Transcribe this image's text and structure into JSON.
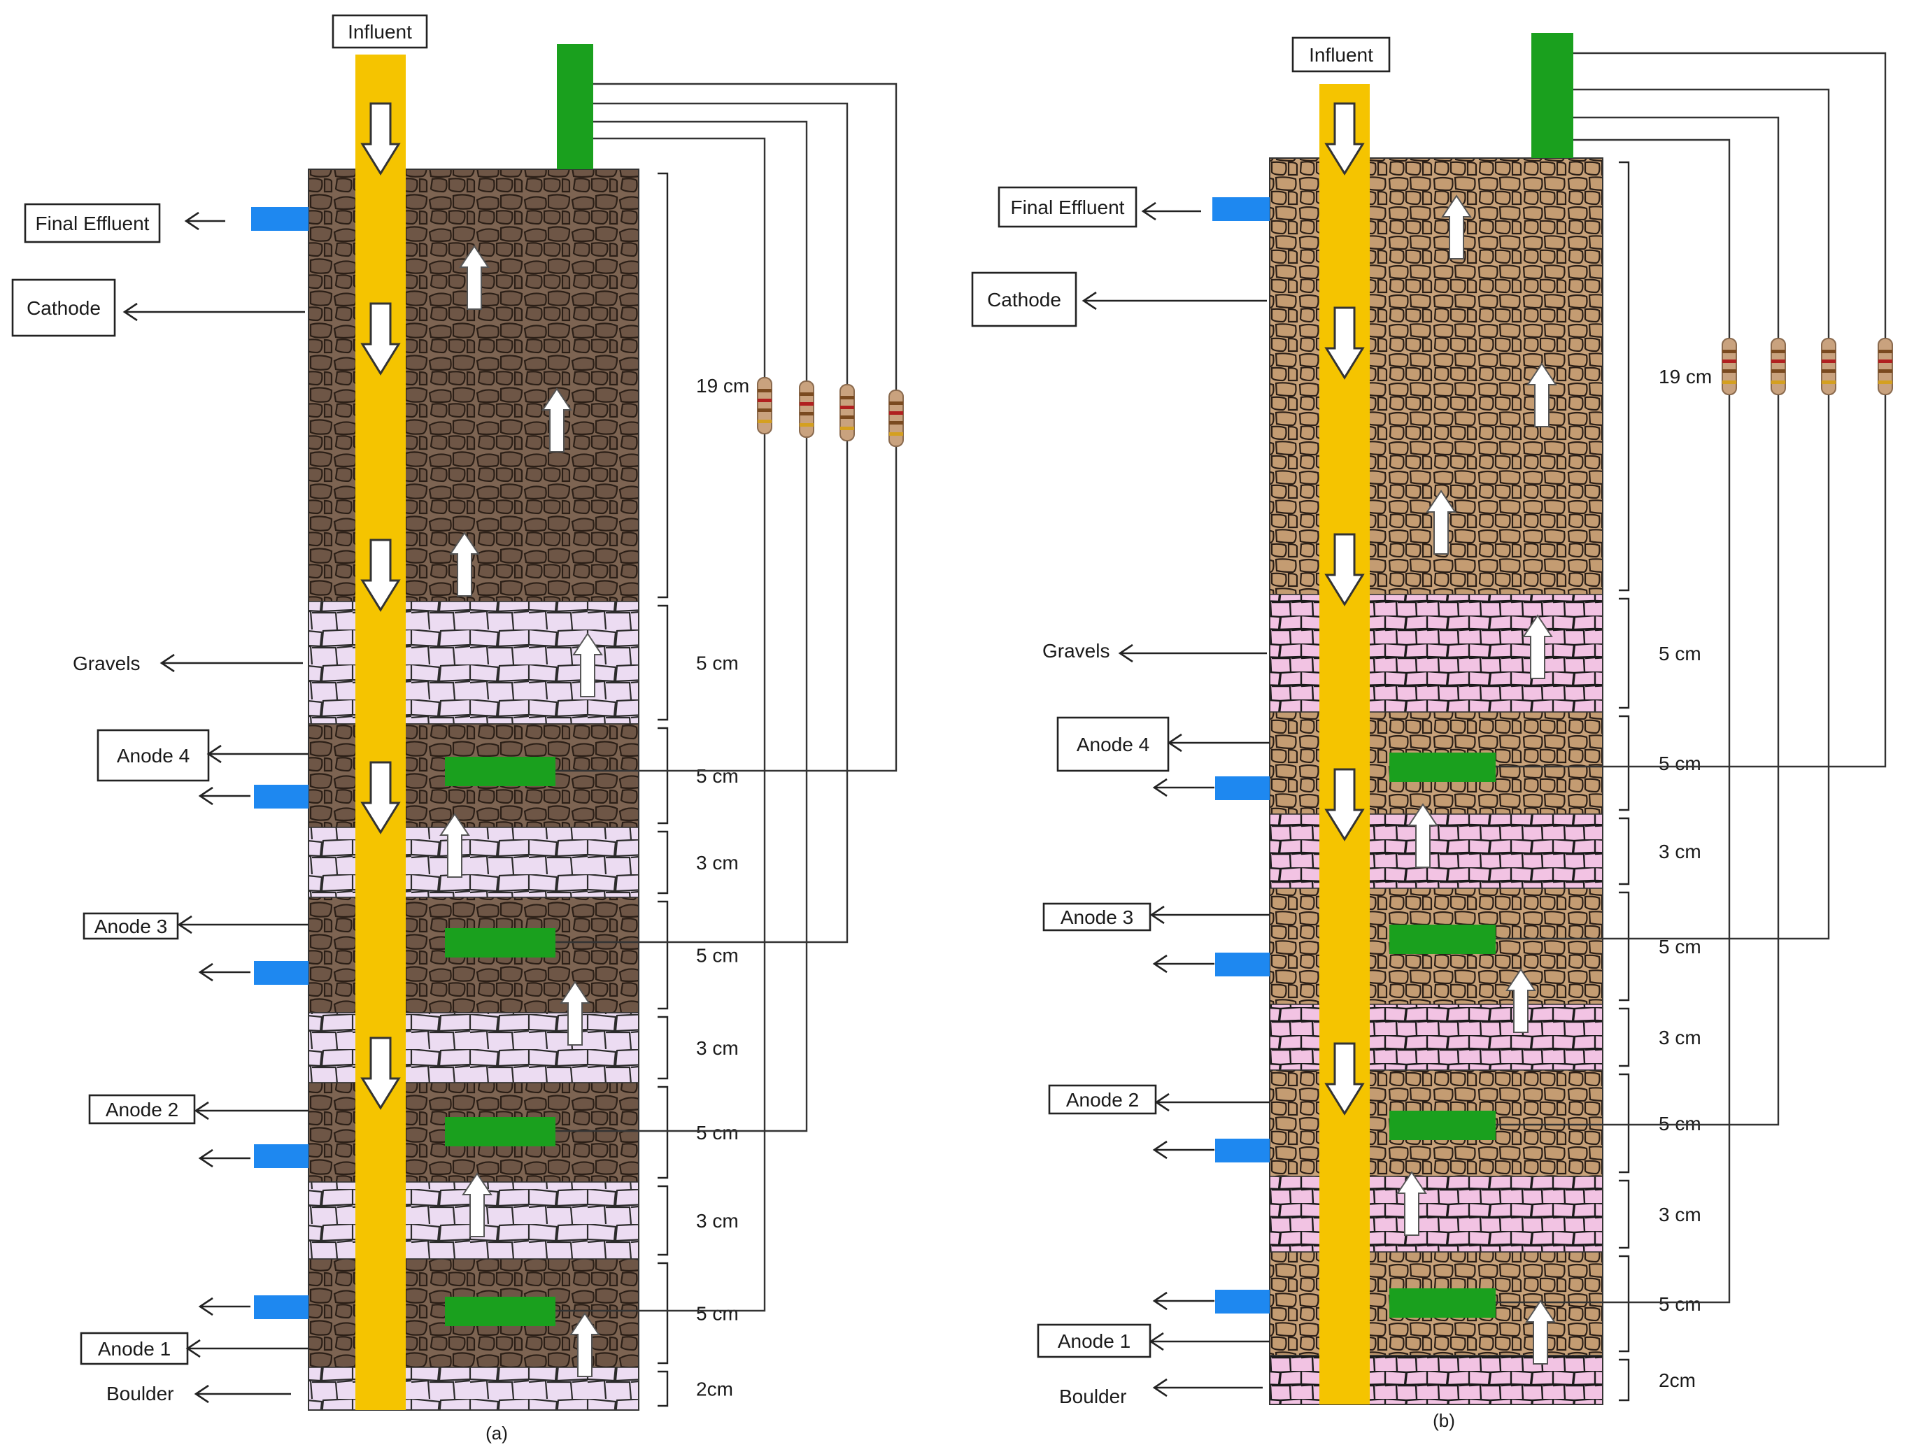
{
  "panels": [
    {
      "caption": "(a)",
      "influent": "Influent",
      "left_labels": {
        "final_effluent": "Final Effluent",
        "cathode": "Cathode",
        "gravels": "Gravels",
        "anode4": "Anode 4",
        "anode3": "Anode 3",
        "anode2": "Anode 2",
        "anode1": "Anode 1",
        "boulder": "Boulder"
      },
      "layers": [
        {
          "material": "cathode-soil",
          "thickness": "19 cm"
        },
        {
          "material": "gravel",
          "thickness": "5 cm"
        },
        {
          "material": "soil",
          "thickness": "5 cm"
        },
        {
          "material": "gravel",
          "thickness": "3 cm"
        },
        {
          "material": "soil",
          "thickness": "5 cm"
        },
        {
          "material": "gravel",
          "thickness": "3 cm"
        },
        {
          "material": "soil",
          "thickness": "5 cm"
        },
        {
          "material": "gravel",
          "thickness": "3 cm"
        },
        {
          "material": "soil",
          "thickness": "5 cm"
        },
        {
          "material": "boulder",
          "thickness": "2cm"
        }
      ]
    },
    {
      "caption": "(b)",
      "influent": "Influent",
      "left_labels": {
        "final_effluent": "Final Effluent",
        "cathode": "Cathode",
        "gravels": "Gravels",
        "anode4": "Anode 4",
        "anode3": "Anode 3",
        "anode2": "Anode 2",
        "anode1": "Anode 1",
        "boulder": "Boulder"
      },
      "layers": [
        {
          "material": "cathode-soil",
          "thickness": "19 cm"
        },
        {
          "material": "gravel",
          "thickness": "5 cm"
        },
        {
          "material": "soil",
          "thickness": "5 cm"
        },
        {
          "material": "gravel",
          "thickness": "3 cm"
        },
        {
          "material": "soil",
          "thickness": "5 cm"
        },
        {
          "material": "gravel",
          "thickness": "3 cm"
        },
        {
          "material": "soil",
          "thickness": "5 cm"
        },
        {
          "material": "gravel",
          "thickness": "3 cm"
        },
        {
          "material": "soil",
          "thickness": "5 cm"
        },
        {
          "material": "boulder",
          "thickness": "2cm"
        }
      ]
    }
  ],
  "colors": {
    "soil_a": "#7d6452",
    "soil_b": "#c8a27a",
    "gravel_a": "#ecdcf2",
    "gravel_b": "#f2c3e3",
    "influent_pipe": "#f5c400",
    "electrode": "#1aa01e",
    "effluent_port": "#1e88f0",
    "resistor": "#c9a27e"
  },
  "icons": [
    "down-arrow-icon",
    "up-arrow-icon",
    "resistor-icon",
    "left-arrow-icon"
  ]
}
